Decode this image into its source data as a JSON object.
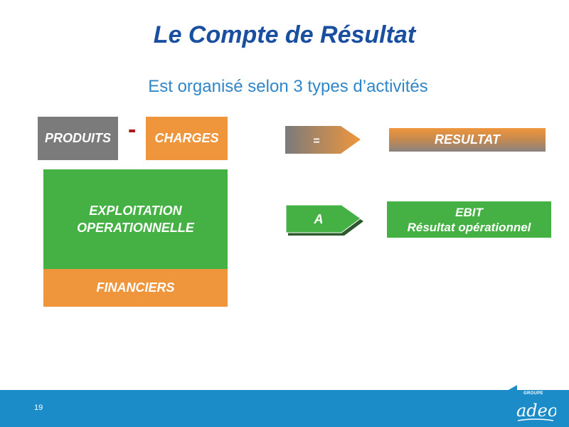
{
  "slide": {
    "title": "Le Compte de Résultat",
    "subtitle": "Est organisé selon 3 types d’activités",
    "page_number": "19"
  },
  "left": {
    "produits": "PRODUITS",
    "minus": "-",
    "charges": "CHARGES",
    "exploitation_line1": "EXPLOITATION",
    "exploitation_line2": "OPERATIONNELLE",
    "financiers": "FINANCIERS"
  },
  "right": {
    "arrow1_label": "=",
    "resultat": "RESULTAT",
    "arrow2_label": "A",
    "ebit_line1": "EBIT",
    "ebit_line2": "Résultat opérationnel"
  },
  "logo": {
    "small_text": "GROUPE",
    "brand_text": "adeo"
  },
  "colors": {
    "title": "#1a4fa0",
    "subtitle": "#2f86c8",
    "grey": "#7b7b7b",
    "orange": "#ef963d",
    "green": "#45b044",
    "footer": "#1b8cc8",
    "minus": "#b01a1a"
  }
}
